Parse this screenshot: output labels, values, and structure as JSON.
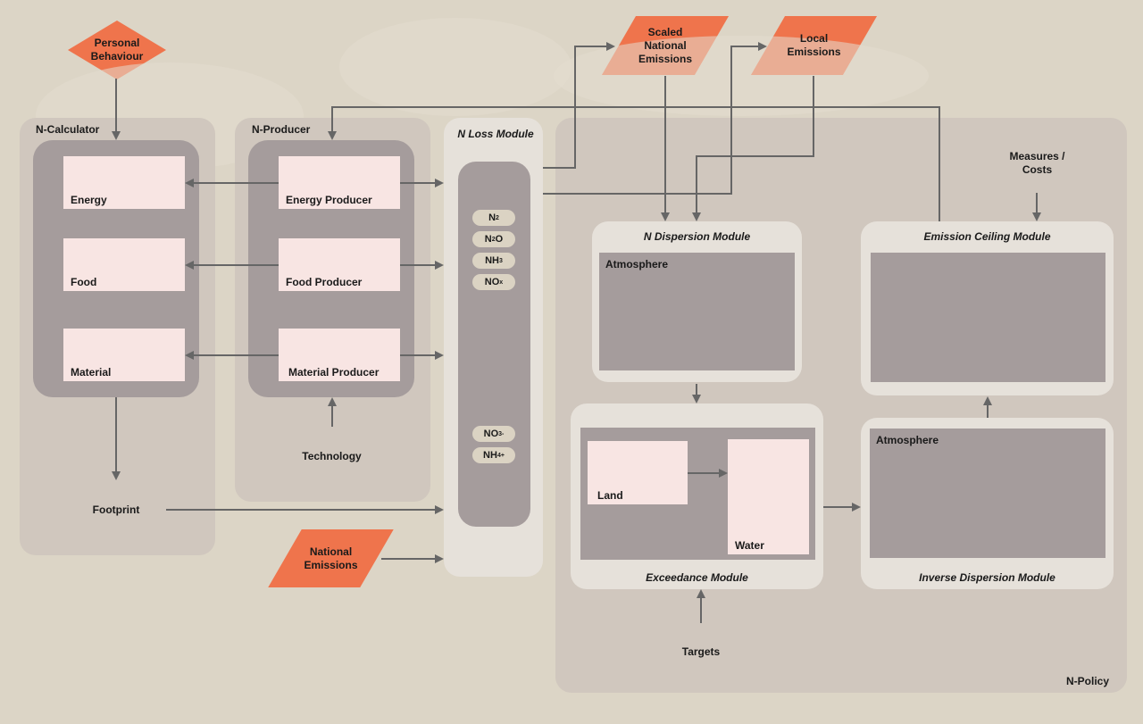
{
  "colors": {
    "background": "#dcd5c6",
    "container": "#d0c7be",
    "inner_block": "#a59c9c",
    "box_fill": "#f8e5e3",
    "input_shape": "#ef744c",
    "arrow": "#666666"
  },
  "inputs": {
    "personal_behaviour": "Personal\nBehaviour",
    "technology": "Technology",
    "footprint": "Footprint",
    "national_emissions": "National\nEmissions",
    "scaled_national_emissions": "Scaled\nNational\nEmissions",
    "local_emissions": "Local\nEmissions",
    "measures_costs": "Measures /\nCosts",
    "targets": "Targets"
  },
  "n_calculator": {
    "label": "N-Calculator",
    "items": [
      "Energy",
      "Food",
      "Material"
    ]
  },
  "n_producer": {
    "label": "N-Producer",
    "items": [
      "Energy Producer",
      "Food Producer",
      "Material Producer"
    ]
  },
  "n_loss": {
    "title": "N Loss Module",
    "species_top": [
      {
        "base": "N",
        "sub": "2",
        "sup": "",
        "tail": ""
      },
      {
        "base": "N",
        "sub": "2",
        "sup": "",
        "tail": "O"
      },
      {
        "base": "NH",
        "sub": "3",
        "sup": "",
        "tail": ""
      },
      {
        "base": "NO",
        "sub": "x",
        "sup": "",
        "tail": ""
      }
    ],
    "species_bottom": [
      {
        "base": "NO",
        "sub": "3",
        "sup": "-",
        "tail": ""
      },
      {
        "base": "NH",
        "sub": "4",
        "sup": "+",
        "tail": ""
      }
    ]
  },
  "n_policy": {
    "label": "N-Policy",
    "dispersion": {
      "title": "N Dispersion Module",
      "inner": "Atmosphere"
    },
    "exceedance": {
      "title": "Exceedance Module",
      "land": "Land",
      "water": "Water"
    },
    "emission_ceiling": {
      "title": "Emission Ceiling Module"
    },
    "inverse_dispersion": {
      "title": "Inverse Dispersion Module",
      "inner": "Atmosphere"
    }
  }
}
